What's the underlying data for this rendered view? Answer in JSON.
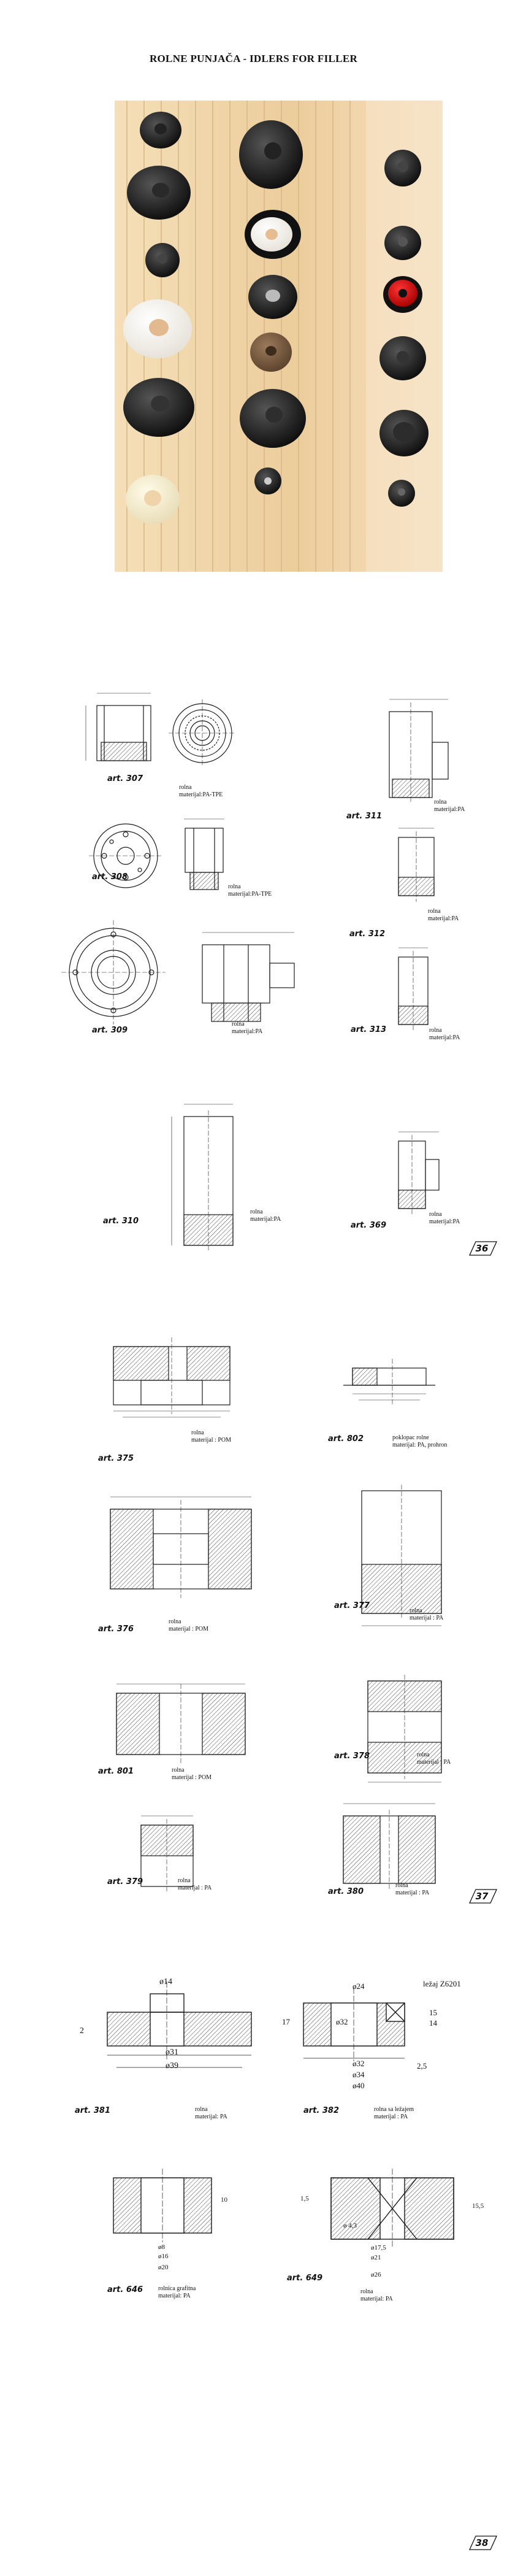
{
  "title": "ROLNE PUNJAČA - IDLERS FOR FILLER",
  "page1": {
    "art307": {
      "label": "art. 307",
      "caption": [
        "rolna",
        "materijal:PA-TPE"
      ]
    },
    "art308": {
      "label": "art. 308",
      "caption": [
        "rolna",
        "materijal:PA-TPE"
      ]
    },
    "art309": {
      "label": "art. 309",
      "caption": [
        "rolna",
        "materijal:PA"
      ]
    },
    "art310": {
      "label": "art. 310",
      "caption": [
        "rolna",
        "materijal:PA"
      ]
    },
    "art311": {
      "label": "art. 311",
      "caption": [
        "rolna",
        "materijal:PA"
      ]
    },
    "art312": {
      "label": "art. 312",
      "caption": [
        "rolna",
        "materijal:PA"
      ]
    },
    "art313": {
      "label": "art. 313",
      "caption": [
        "rolna",
        "materijal:PA"
      ]
    },
    "art369": {
      "label": "art. 369",
      "caption": [
        "rolna",
        "materijal:PA"
      ]
    },
    "page_number": "36"
  },
  "page2": {
    "art375": {
      "label": "art. 375",
      "caption": [
        "rolna",
        "materijal : POM"
      ]
    },
    "art802": {
      "label": "art. 802",
      "caption": [
        "poklopac rolne",
        "materijal: PA, prohron"
      ]
    },
    "art376": {
      "label": "art. 376",
      "caption": [
        "rolna",
        "materijal : POM"
      ]
    },
    "art377": {
      "label": "art. 377",
      "caption": [
        "rolna",
        "materijal : PA"
      ]
    },
    "art801": {
      "label": "art. 801",
      "caption": [
        "rolna",
        "materijal : POM"
      ]
    },
    "art378": {
      "label": "art. 378",
      "caption": [
        "rolna",
        "materijal : PA"
      ]
    },
    "art379": {
      "label": "art. 379",
      "caption": [
        "rolna",
        "materijal : PA"
      ]
    },
    "art380": {
      "label": "art. 380",
      "caption": [
        "rolna",
        "materijal : PA"
      ]
    },
    "page_number": "37"
  },
  "page3": {
    "art381": {
      "label": "art. 381",
      "caption": [
        "rolna",
        "materijal: PA"
      ],
      "dims": {
        "d14": "ø14",
        "d31": "ø31",
        "d39": "ø39",
        "h2": "2"
      }
    },
    "art382": {
      "label": "art. 382",
      "caption": [
        "rolna sa ležajem",
        "materijal : PA"
      ],
      "dims": {
        "bearing": "ležaj Z6201",
        "d24": "ø24",
        "d32a": "ø32",
        "d32b": "ø32",
        "d34": "ø34",
        "d40": "ø40",
        "h17": "17",
        "h15": "15",
        "h14": "14",
        "h25": "2,5"
      }
    },
    "art646": {
      "label": "art. 646",
      "caption": [
        "rolnica grafitna",
        "materijal: PA"
      ],
      "dims": {
        "d8": "ø8",
        "d16": "ø16",
        "d20": "ø20",
        "h10": "10"
      }
    },
    "art649": {
      "label": "art. 649",
      "caption": [
        "rolna",
        "materijal: PA"
      ],
      "dims": {
        "d43": "ø 4,3",
        "d175": "ø17,5",
        "d21": "ø21",
        "d26": "ø26",
        "h155": "15,5",
        "h15": "1,5"
      }
    },
    "page_number": "38"
  },
  "colors": {
    "ink": "#1a1a1a",
    "hatch": "#444444",
    "photo_bg": "#f1d7ae"
  }
}
